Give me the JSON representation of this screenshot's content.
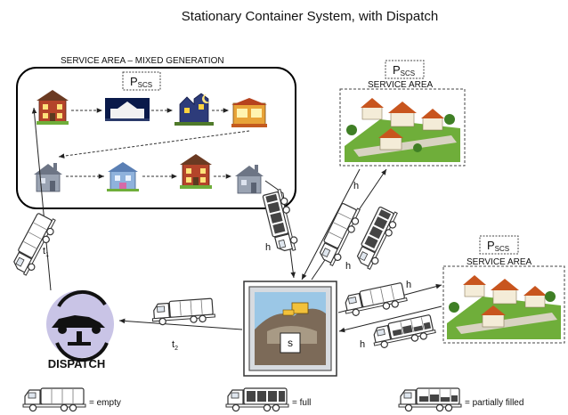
{
  "title": "Stationary Container System, with Dispatch",
  "mixed_area": {
    "label": "SERVICE AREA – MIXED GENERATION",
    "pscs": {
      "main": "P",
      "sub": "SCS"
    }
  },
  "service_area_top": {
    "label": "SERVICE AREA",
    "pscs": {
      "main": "P",
      "sub": "SCS"
    }
  },
  "service_area_right": {
    "label": "SERVICE AREA",
    "pscs": {
      "main": "P",
      "sub": "SCS"
    }
  },
  "disposal_site": {
    "label": "s"
  },
  "dispatch": {
    "label": "DISPATCH"
  },
  "routes": {
    "t1": {
      "main": "t",
      "sub": "1"
    },
    "t2": {
      "main": "t",
      "sub": "2"
    },
    "h": "h"
  },
  "legend": {
    "empty": "= empty",
    "full": "= full",
    "partial": "= partially filled"
  },
  "colors": {
    "truck_empty": "#ffffff",
    "truck_full": "#444444",
    "dispatch_circle": "#c9c4e6",
    "grass": "#6fae3a",
    "roof": "#c8551e"
  },
  "icons": [
    "house-icon",
    "white-house-icon",
    "haunted-house-icon",
    "shop-icon",
    "truck-icon",
    "landfill-icon",
    "dispatch-logo-icon"
  ]
}
